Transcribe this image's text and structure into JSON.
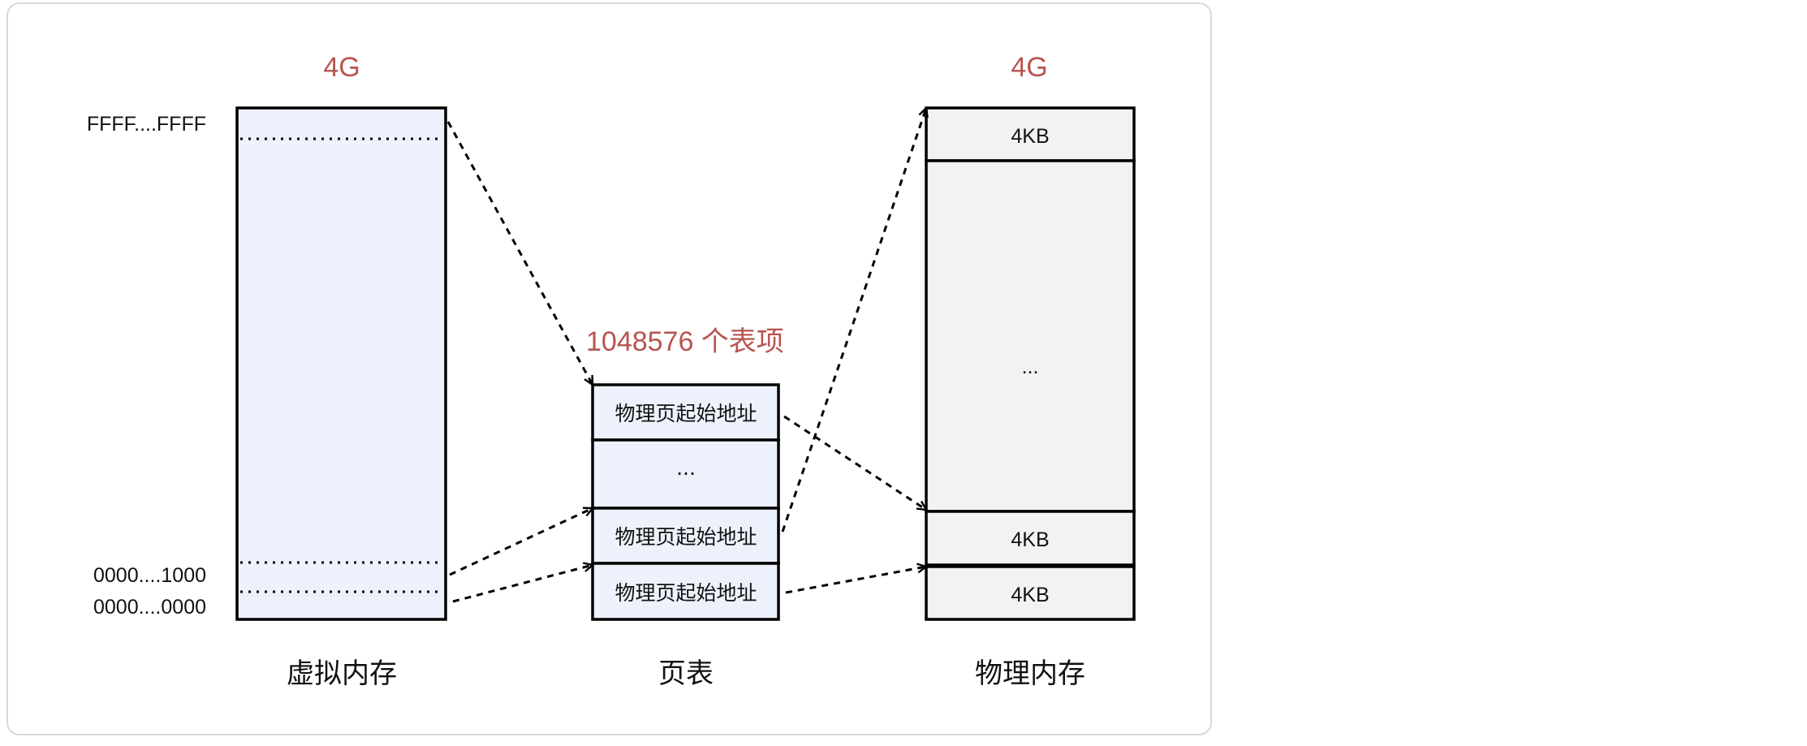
{
  "virtual_memory": {
    "size_label": "4G",
    "addr_top": "FFFF....FFFF",
    "addr_1000": "0000....1000",
    "addr_0000": "0000....0000",
    "caption": "虚拟内存"
  },
  "page_table": {
    "count_label": "1048576 个表项",
    "entries": [
      "物理页起始地址",
      "...",
      "物理页起始地址",
      "物理页起始地址"
    ],
    "caption": "页表"
  },
  "physical_memory": {
    "size_label": "4G",
    "blocks": [
      "4KB",
      "...",
      "4KB",
      "4KB"
    ],
    "caption": "物理内存"
  },
  "colors": {
    "accent_red": "#b85450",
    "virtual_fill": "#edf1fb",
    "physical_fill": "#f2f2f1",
    "stroke": "#000000"
  }
}
